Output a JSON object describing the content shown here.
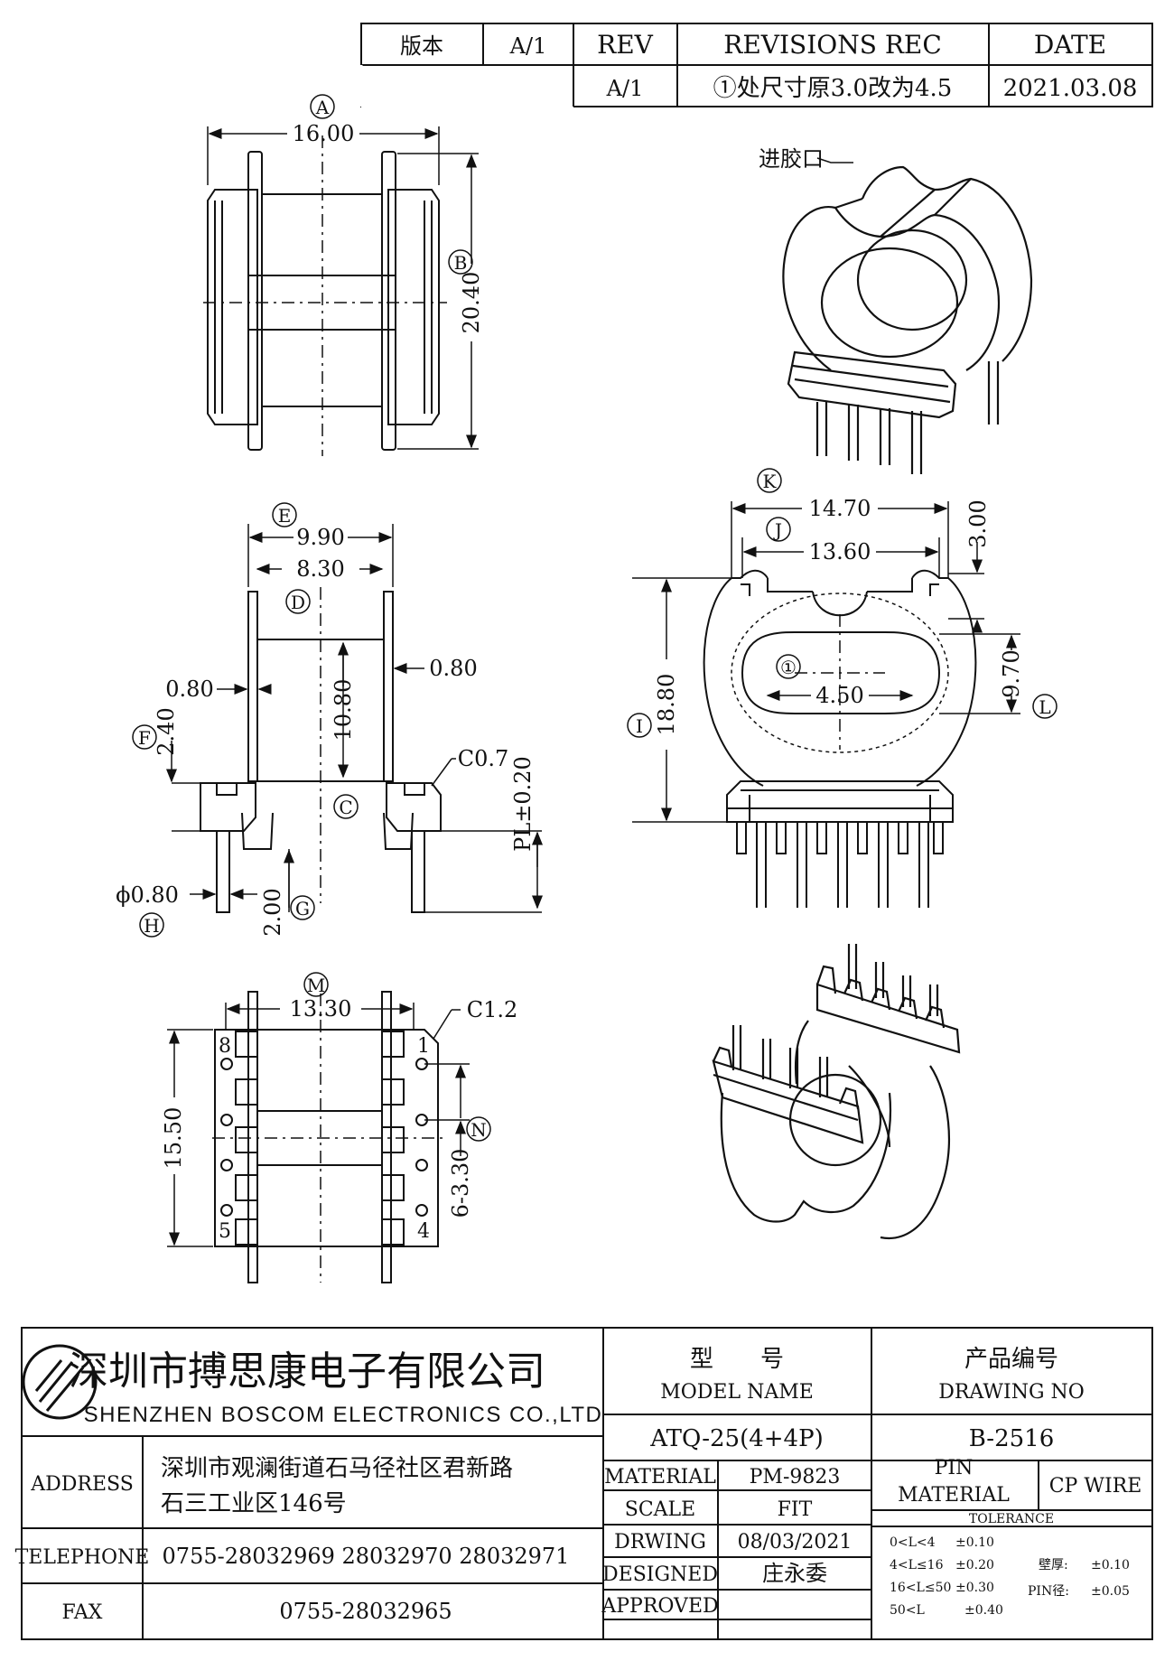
{
  "revision_table": {
    "h_version": "版本",
    "h_version_val": "A/1",
    "h_rev": "REV",
    "h_rec": "REVISIONS REC",
    "h_date": "DATE",
    "rev": "A/1",
    "rec": "①处尺寸原3.0改为4.5",
    "date": "2021.03.08"
  },
  "views": {
    "top": {
      "A_tag": "A",
      "A_val": "16.00",
      "B_tag": "B",
      "B_val": "20.40"
    },
    "iso_top": {
      "gate_label": "进胶口"
    },
    "side": {
      "E_tag": "E",
      "E_val": "9.90",
      "D_val": "8.30",
      "D_tag": "D",
      "left_080": "0.80",
      "right_080": "0.80",
      "F_tag": "F",
      "F_val": "2.40",
      "mid_val": "10.80",
      "C_tag": "C",
      "chamfer": "C0.7",
      "pl": "PL±0.20",
      "dia": "ϕ0.80",
      "H_tag": "H",
      "G_val": "2.00",
      "G_tag": "G"
    },
    "front": {
      "K_tag": "K",
      "K_val": "14.70",
      "J_tag": "J",
      "J_val": "13.60",
      "top_val": "3.00",
      "I_tag": "I",
      "I_val": "18.80",
      "note_tag": "①",
      "note_val": "4.50",
      "L_val": "9.70",
      "L_tag": "L"
    },
    "bottom": {
      "M_tag": "M",
      "M_val": "13.30",
      "chamfer": "C1.2",
      "height": "15.50",
      "N_tag": "N",
      "pitch": "6-3.30",
      "pin1": "1",
      "pin4": "4",
      "pin5": "5",
      "pin8": "8"
    }
  },
  "title_block": {
    "company_cn": "深圳市搏思康电子有限公司",
    "company_en": "SHENZHEN BOSCOM ELECTRONICS CO.,LTD",
    "address_label": "ADDRESS",
    "address_1": "深圳市观澜街道石马径社区君新路",
    "address_2": "石三工业区146号",
    "telephone_label": "TELEPHONE",
    "telephone": "0755-28032969 28032970 28032971",
    "fax_label": "FAX",
    "fax": "0755-28032965",
    "model_cn": "型　　号",
    "model_en": "MODEL NAME",
    "model_val": "ATQ-25(4+4P)",
    "drawing_cn": "产品编号",
    "drawing_en": "DRAWING NO",
    "drawing_val": "B-2516",
    "material_label": "MATERIAL",
    "material_val": "PM-9823",
    "scale_label": "SCALE",
    "scale_val": "FIT",
    "drawing_label": "DRWING",
    "drawing_date": "08/03/2021",
    "designed_label": "DESIGNED",
    "designed_val": "庄永委",
    "approved_label": "APPROVED",
    "pin_material_1": "PIN",
    "pin_material_2": "MATERIAL",
    "pin_material_val": "CP WIRE",
    "tolerance_label": "TOLERANCE",
    "tol_rows": [
      {
        "range": "0<L<4",
        "tol": "±0.10"
      },
      {
        "range": "4<L≤16",
        "tol": "±0.20"
      },
      {
        "range": "16<L≤50",
        "tol": "±0.30"
      },
      {
        "range": "50<L",
        "tol": "±0.40"
      }
    ],
    "wall_label": "壁厚:",
    "wall_tol": "±0.10",
    "pin_dia_label": "PIN径:",
    "pin_dia_tol": "±0.05"
  }
}
